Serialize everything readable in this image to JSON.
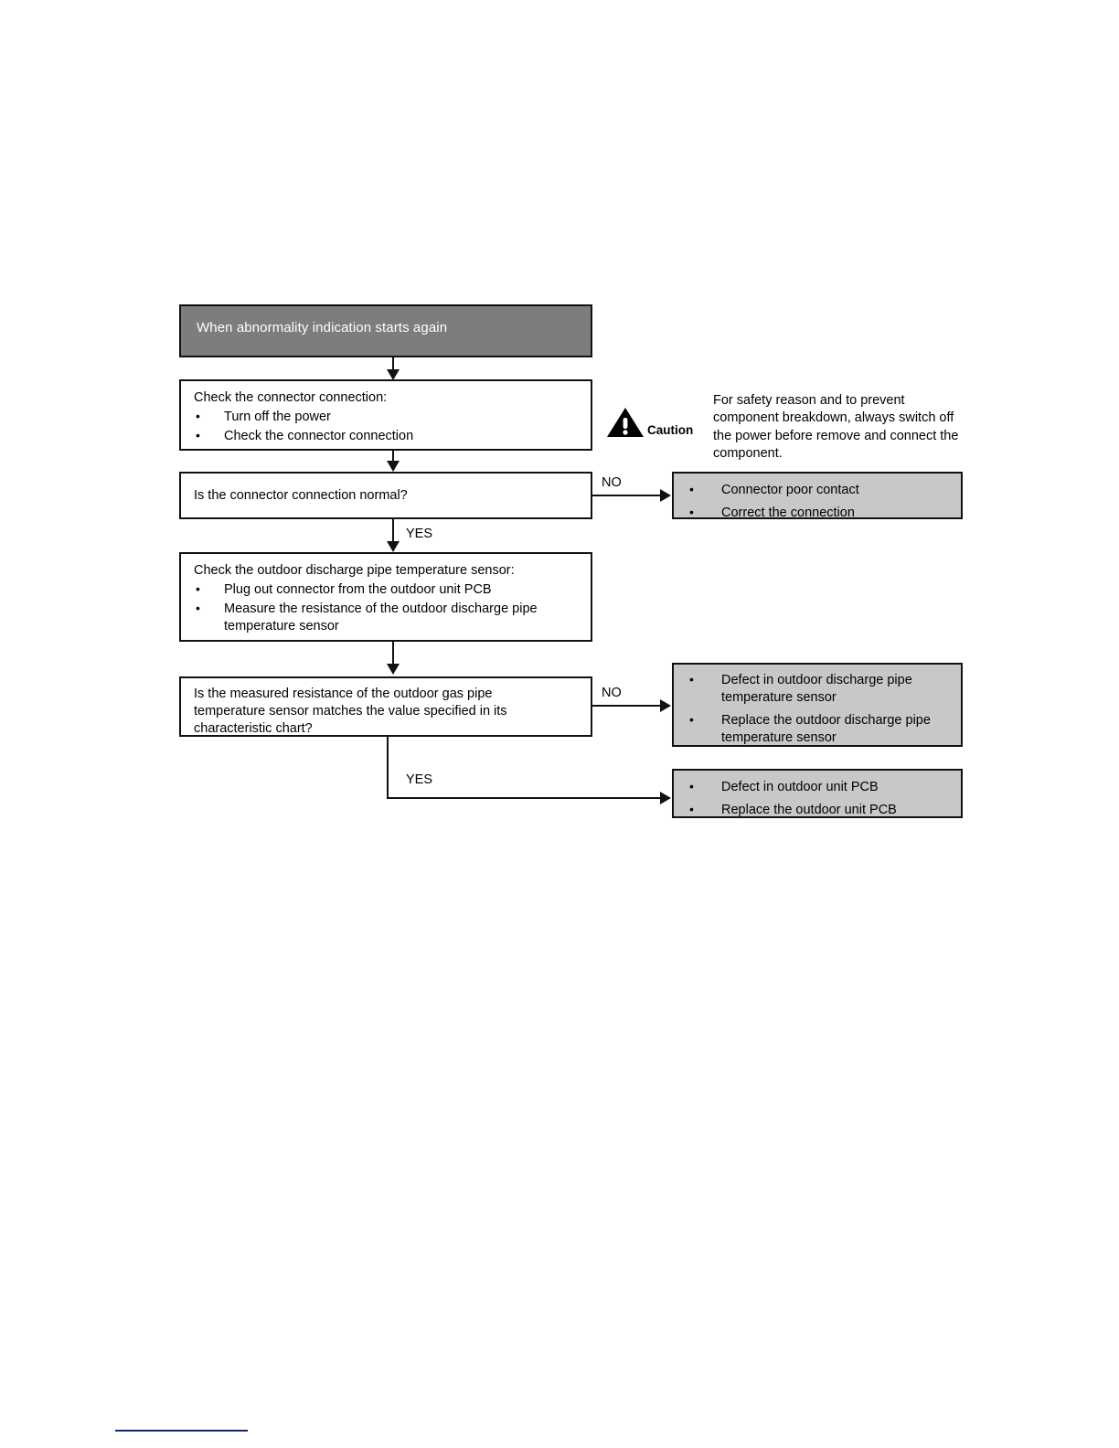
{
  "flowchart": {
    "title": "Troubleshooting flow for outdoor discharge pipe temperature sensor abnormality",
    "start": {
      "label": "When abnormality indication starts again"
    },
    "steps": [
      {
        "id": "check-connector",
        "type": "process",
        "lead": "Check the connector connection:",
        "bullets": [
          "Turn off the power",
          "Check the connector connection"
        ]
      },
      {
        "id": "connector-normal",
        "type": "decision",
        "lines": [
          "Is the connector connection normal?"
        ],
        "no_label": "NO",
        "yes_label": "YES"
      },
      {
        "id": "check-sensor",
        "type": "process",
        "lead": "Check the outdoor discharge pipe temperature sensor:",
        "bullets": [
          "Plug out connector from the outdoor unit PCB",
          "Measure the resistance of the outdoor discharge pipe\ntemperature sensor"
        ]
      },
      {
        "id": "resistance-matches",
        "type": "decision",
        "lines": [
          "Is the measured resistance of the outdoor gas pipe",
          "temperature sensor matches the value specified in its",
          "characteristic chart?"
        ],
        "no_label": "NO",
        "yes_label": "YES"
      }
    ],
    "results": [
      {
        "id": "connector-poor-contact",
        "bullets": [
          "Connector poor contact",
          "Correct the connection"
        ]
      },
      {
        "id": "sensor-defect",
        "bullets": [
          "Defect in outdoor discharge pipe\ntemperature sensor",
          "Replace the outdoor discharge pipe\ntemperature sensor"
        ]
      },
      {
        "id": "pcb-defect",
        "bullets": [
          "Defect in outdoor unit PCB",
          "Replace the outdoor unit PCB"
        ]
      }
    ],
    "caution": {
      "icon": "warning-triangle-icon",
      "word": "Caution",
      "body": "For safety reason and to prevent component breakdown, always switch off the power before remove and connect the component."
    }
  },
  "colors": {
    "header_fill": "#7d7d7d",
    "result_fill": "#c8c8c8",
    "box_border": "#111111",
    "footer_rule": "#14237a",
    "text": "#000000",
    "header_text": "#ffffff"
  }
}
